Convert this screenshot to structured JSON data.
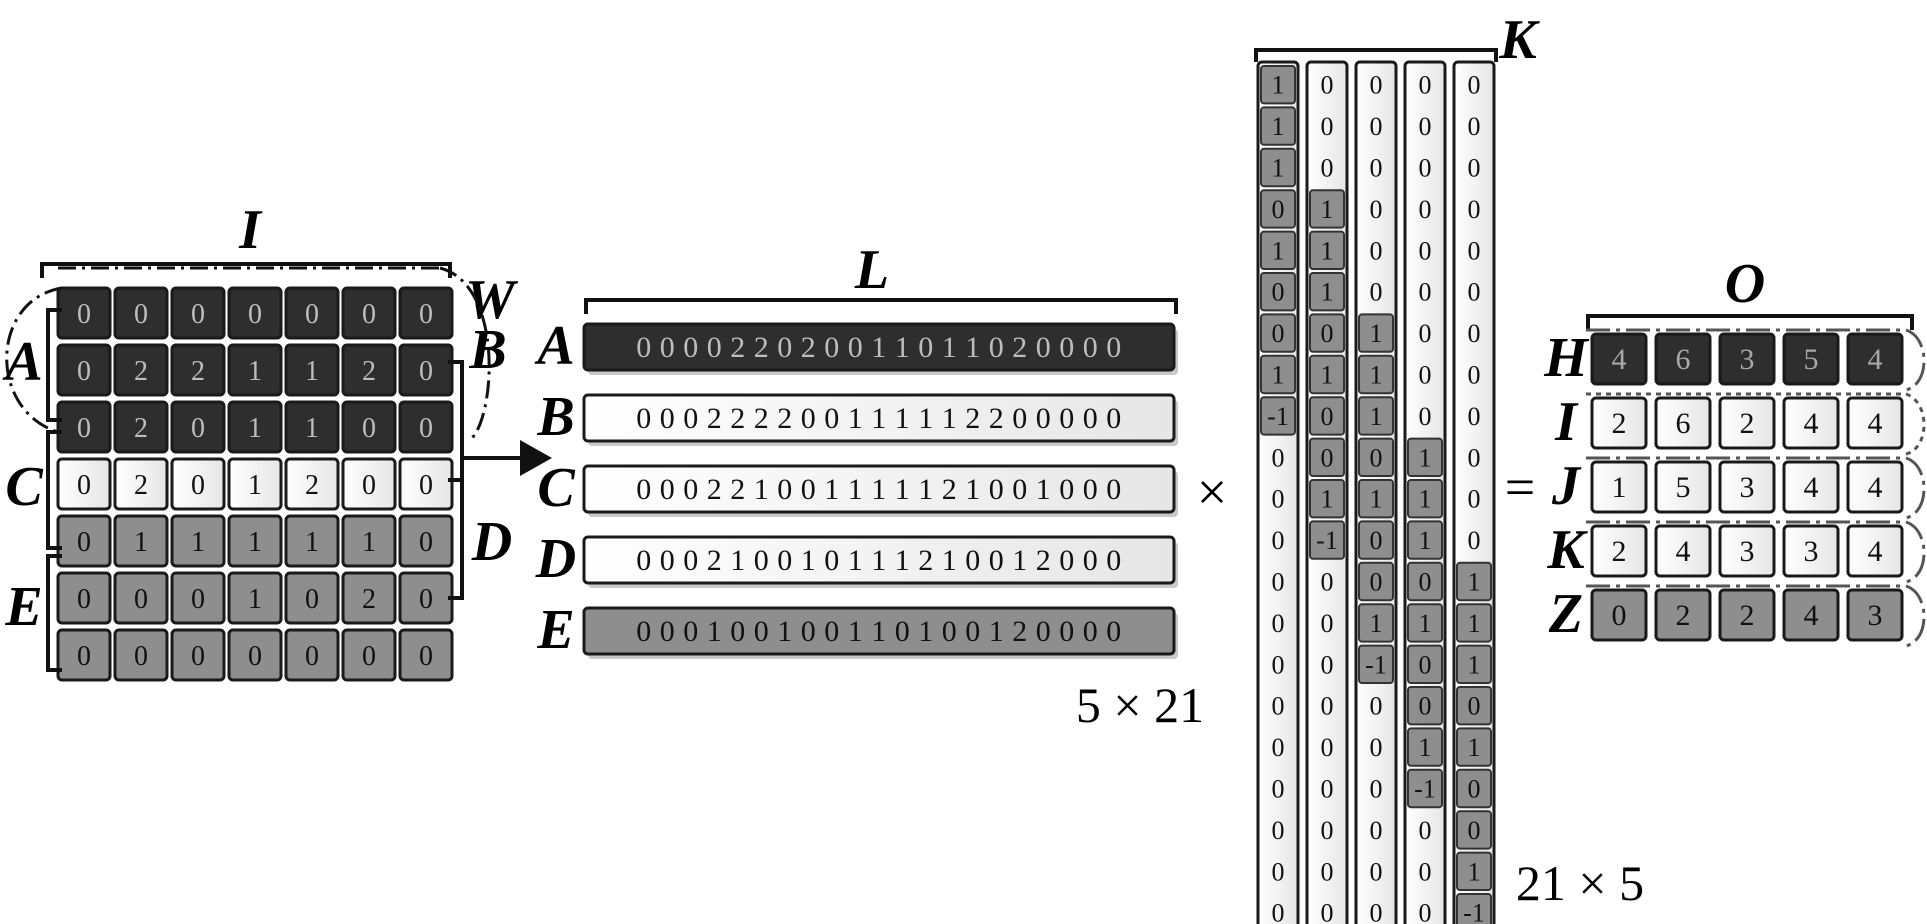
{
  "colors": {
    "dark": "#2e2e2e",
    "gray": "#8e8e8e",
    "white": "#f7f7f7",
    "stroke": "#1a1a1a"
  },
  "input": {
    "label": "I",
    "window_label": "W",
    "group_labels": [
      "A",
      "B",
      "C",
      "D",
      "E"
    ],
    "rows": [
      {
        "shade": "dark",
        "values": [
          "0",
          "0",
          "0",
          "0",
          "0",
          "0",
          "0"
        ]
      },
      {
        "shade": "dark",
        "values": [
          "0",
          "2",
          "2",
          "1",
          "1",
          "2",
          "0"
        ]
      },
      {
        "shade": "dark",
        "values": [
          "0",
          "2",
          "0",
          "1",
          "1",
          "0",
          "0"
        ]
      },
      {
        "shade": "white",
        "values": [
          "0",
          "2",
          "0",
          "1",
          "2",
          "0",
          "0"
        ]
      },
      {
        "shade": "gray",
        "values": [
          "0",
          "1",
          "1",
          "1",
          "1",
          "1",
          "0"
        ]
      },
      {
        "shade": "gray",
        "values": [
          "0",
          "0",
          "0",
          "1",
          "0",
          "2",
          "0"
        ]
      },
      {
        "shade": "gray",
        "values": [
          "0",
          "0",
          "0",
          "0",
          "0",
          "0",
          "0"
        ]
      }
    ]
  },
  "lowered": {
    "label": "L",
    "dims": "5 × 21",
    "rows": [
      {
        "label": "A",
        "shade": "dark",
        "text": "0 0 0 0 2 2 0 2 0 0 1 1 0 1 1 0 2 0 0 0 0"
      },
      {
        "label": "B",
        "shade": "white",
        "text": "0 0 0 2 2 2 2 0 0 1 1 1 1 1 2 2 0 0 0 0 0"
      },
      {
        "label": "C",
        "shade": "white",
        "text": "0 0 0 2 2 1 0 0 1 1 1 1 1 2 1 0 0 1 0 0 0"
      },
      {
        "label": "D",
        "shade": "white",
        "text": "0 0 0 2 1 0 0 1 0 1 1 1 2 1 0 0 1 2 0 0 0"
      },
      {
        "label": "E",
        "shade": "gray",
        "text": "0 0 0 1 0 0 1 0 0 1 1 0 1 0 0 1 2 0 0 0 0"
      }
    ]
  },
  "operators": {
    "times": "×",
    "equals": "="
  },
  "kernel": {
    "label": "K",
    "dims": "21 × 5",
    "columns": [
      {
        "values": [
          "1",
          "1",
          "1",
          "0",
          "1",
          "0",
          "0",
          "1",
          "-1",
          "0",
          "0",
          "0",
          "0",
          "0",
          "0",
          "0",
          "0",
          "0",
          "0",
          "0",
          "0"
        ],
        "gray_from": 0,
        "gray_to": 8
      },
      {
        "values": [
          "0",
          "0",
          "0",
          "1",
          "1",
          "1",
          "0",
          "1",
          "0",
          "0",
          "1",
          "-1",
          "0",
          "0",
          "0",
          "0",
          "0",
          "0",
          "0",
          "0",
          "0"
        ],
        "gray_from": 3,
        "gray_to": 11
      },
      {
        "values": [
          "0",
          "0",
          "0",
          "0",
          "0",
          "0",
          "1",
          "1",
          "1",
          "0",
          "1",
          "0",
          "0",
          "1",
          "-1",
          "0",
          "0",
          "0",
          "0",
          "0",
          "0"
        ],
        "gray_from": 6,
        "gray_to": 14
      },
      {
        "values": [
          "0",
          "0",
          "0",
          "0",
          "0",
          "0",
          "0",
          "0",
          "0",
          "1",
          "1",
          "1",
          "0",
          "1",
          "0",
          "0",
          "1",
          "-1",
          "0",
          "0",
          "0"
        ],
        "gray_from": 9,
        "gray_to": 17
      },
      {
        "values": [
          "0",
          "0",
          "0",
          "0",
          "0",
          "0",
          "0",
          "0",
          "0",
          "0",
          "0",
          "0",
          "1",
          "1",
          "1",
          "0",
          "1",
          "0",
          "0",
          "1",
          "-1"
        ],
        "gray_from": 12,
        "gray_to": 20
      }
    ]
  },
  "output": {
    "label": "O",
    "rows": [
      {
        "label": "H",
        "shade": "dark",
        "values": [
          "4",
          "6",
          "3",
          "5",
          "4"
        ]
      },
      {
        "label": "I",
        "shade": "white",
        "values": [
          "2",
          "6",
          "2",
          "4",
          "4"
        ]
      },
      {
        "label": "J",
        "shade": "white",
        "values": [
          "1",
          "5",
          "3",
          "4",
          "4"
        ]
      },
      {
        "label": "K",
        "shade": "white",
        "values": [
          "2",
          "4",
          "3",
          "3",
          "4"
        ]
      },
      {
        "label": "Z",
        "shade": "gray",
        "values": [
          "0",
          "2",
          "2",
          "4",
          "3"
        ]
      }
    ]
  }
}
